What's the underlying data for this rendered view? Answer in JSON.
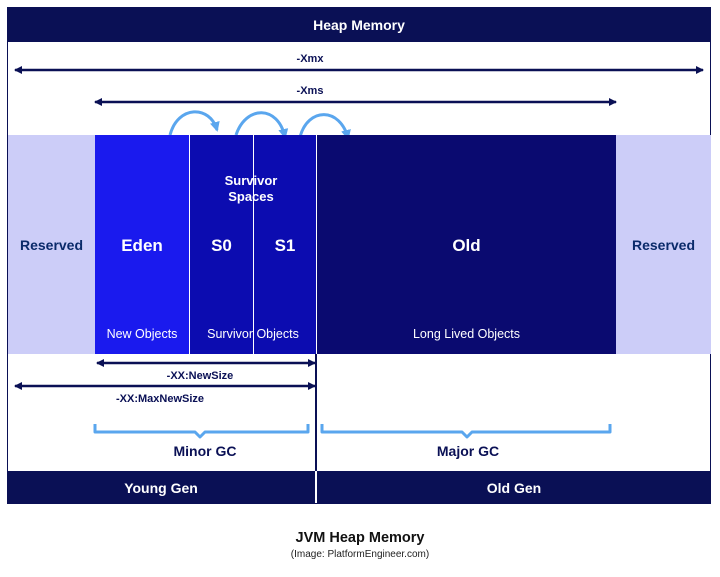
{
  "header": {
    "title": "Heap Memory"
  },
  "arrows": {
    "xmx": "-Xmx",
    "xms": "-Xms",
    "newsize": "-XX:NewSize",
    "maxnewsize": "-XX:MaxNewSize"
  },
  "regions": {
    "reserved_left": "Reserved",
    "reserved_right": "Reserved",
    "eden": "Eden",
    "survivor_title": "Survivor Spaces",
    "s0": "S0",
    "s1": "S1",
    "old": "Old",
    "new_objects": "New Objects",
    "survivor_objects": "Survivor Objects",
    "long_lived": "Long Lived Objects"
  },
  "gc": {
    "minor": "Minor GC",
    "major": "Major GC"
  },
  "footer": {
    "young": "Young Gen",
    "old": "Old Gen"
  },
  "caption": {
    "title": "JVM Heap Memory",
    "credit": "(Image: PlatformEngineer.com)"
  },
  "colors": {
    "navy": "#0a1055",
    "eden": "#1a1aee",
    "survivor": "#0c0cb0",
    "old": "#0a0a70",
    "reserved": "#cccdf8",
    "light_blue": "#5aa6ee"
  }
}
